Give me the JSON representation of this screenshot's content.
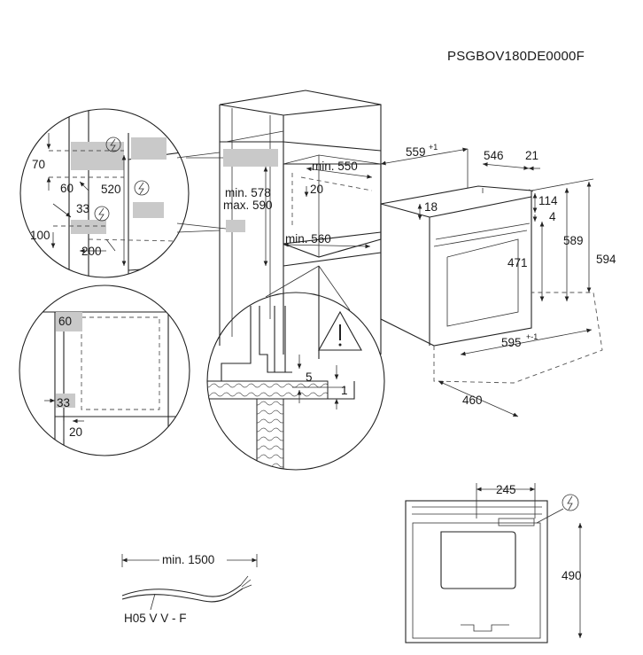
{
  "document_code": "PSGBOV180DE0000F",
  "colors": {
    "ink": "#1a1a1a",
    "panel": "#c9c9c9",
    "background": "#ffffff"
  },
  "icons": [
    "electrical-hazard-icon",
    "warning-triangle-icon"
  ],
  "detail_left_circle": {
    "labels": {
      "d70": "70",
      "d60": "60",
      "d520": "520",
      "d33": "33",
      "d100": "100",
      "d200": "200"
    }
  },
  "cabinet": {
    "labels": {
      "min578": "min. 578",
      "max590": "max. 590",
      "min550": "min. 550",
      "d20": "20",
      "min560": "min. 560"
    }
  },
  "oven": {
    "labels": {
      "d559": "559",
      "d559_sup": "+1",
      "d546": "546",
      "d21": "21",
      "d18": "18",
      "d114": "114",
      "d4": "4",
      "d471": "471",
      "d589": "589",
      "d594": "594",
      "d595": "595",
      "d595_sup": "+-1",
      "d460": "460"
    }
  },
  "detail_bottom_left_circle": {
    "labels": {
      "d60": "60",
      "d33": "33",
      "d20": "20"
    }
  },
  "detail_middle_circle": {
    "labels": {
      "d5": "5",
      "d1": "1"
    }
  },
  "cable": {
    "length_label": "min. 1500",
    "type_label": "H05 V V - F"
  },
  "rear_view": {
    "labels": {
      "d245": "245",
      "d490": "490"
    }
  }
}
